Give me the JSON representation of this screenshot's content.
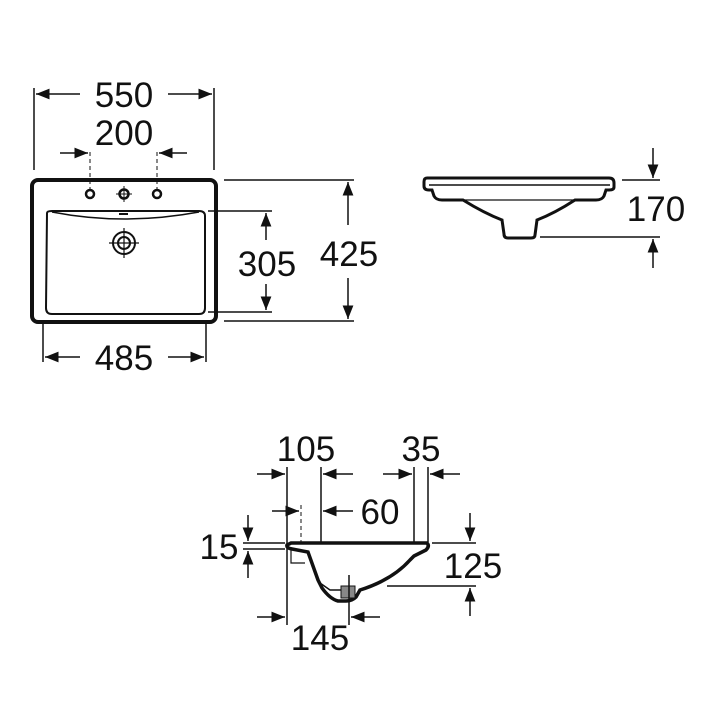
{
  "drawing": {
    "subject": "washbasin dimension drawing",
    "units": "mm",
    "line_color": "#111111",
    "background": "#ffffff"
  },
  "top_view": {
    "overall_width": "550",
    "tap_hole_spacing": "200",
    "basin_inner_width": "485",
    "basin_inner_depth": "305",
    "overall_depth": "425"
  },
  "side_view": {
    "overall_height": "170"
  },
  "section_view": {
    "rim_to_overflow": "105",
    "rim_edge": "35",
    "overflow_offset": "60",
    "rim_thickness": "15",
    "bowl_depth": "125",
    "waste_offset": "145"
  }
}
